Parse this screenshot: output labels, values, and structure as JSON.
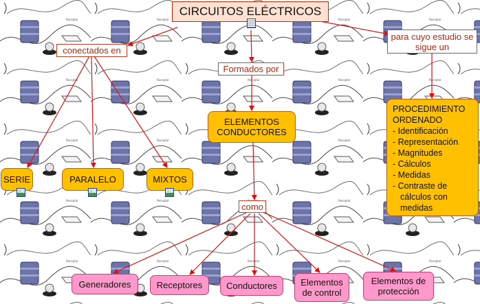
{
  "title": "CIRCUITOS ELÉCTRICOS",
  "links": {
    "conectados_en": "conectados en",
    "formados_por": "Formados por",
    "para_cuyo_estudio": "para cuyo estudio se sigue un",
    "como": "como"
  },
  "types": {
    "serie": "SERIE",
    "paralelo": "PARALELO",
    "mixtos": "MIXTOS"
  },
  "elementos": "ELEMENTOS CONDUCTORES",
  "procedimiento": {
    "title": "PROCEDIMIENTO ORDENADO",
    "steps": [
      "Identificación",
      "Representación",
      "Magnitudes",
      "Cálculos",
      "Medidas",
      "Contraste de cálculos con medidas"
    ]
  },
  "components": {
    "generadores": "Generadores",
    "receptores": "Receptores",
    "conductores": "Conductores",
    "control": "Elementos de control",
    "proteccion": "Elementos de protección"
  },
  "colors": {
    "title_bg": "#ffe1d2",
    "node_orange": "#ffc000",
    "node_pink": "#ff99cc",
    "link_red": "#e01010"
  },
  "icons": {
    "attached_document": "document-icon",
    "attached_image": "image-icon"
  }
}
